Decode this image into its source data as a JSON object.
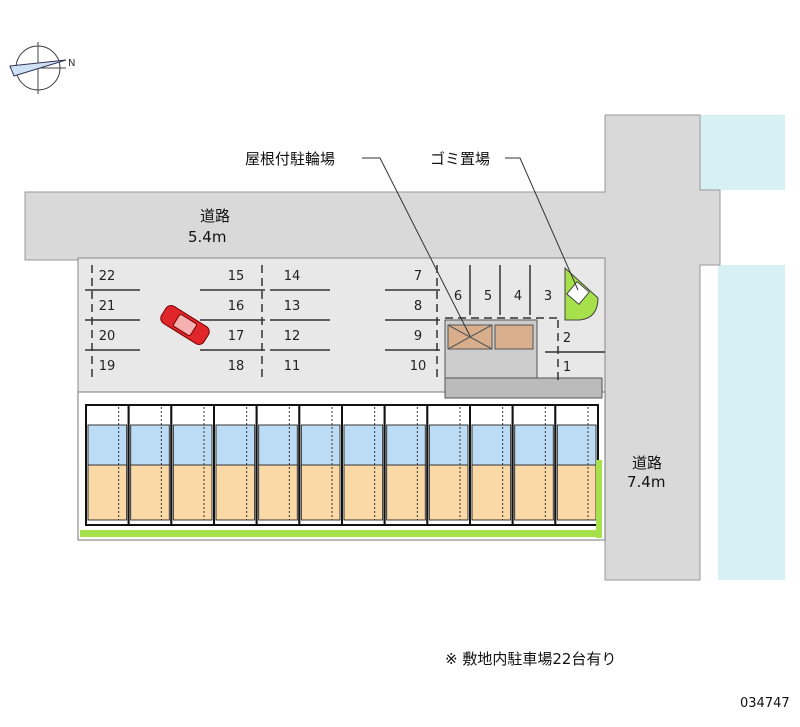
{
  "labels": {
    "bike_parking": "屋根付駐輪場",
    "garbage": "ゴミ置場",
    "road_top_name": "道路",
    "road_top_width": "5.4m",
    "road_right_name": "道路",
    "road_right_width": "7.4m",
    "note": "※ 敷地内駐車場22台有り",
    "code": "034747",
    "compass_letter": "N"
  },
  "parking_numbers": {
    "left": [
      "22",
      "21",
      "20",
      "19"
    ],
    "mid_left": [
      "15",
      "16",
      "17",
      "18"
    ],
    "mid_right": [
      "14",
      "13",
      "12",
      "11"
    ],
    "right": [
      "7",
      "8",
      "9",
      "10"
    ],
    "top": [
      "6",
      "5",
      "4",
      "3"
    ],
    "side": [
      "2",
      "1"
    ]
  },
  "unit_count": 12,
  "colors": {
    "road": "#d9d9d9",
    "parking": "#e8e8e8",
    "water": "#d6f0f4",
    "room_blue": "#bcdcf5",
    "room_orange": "#fbd9a6",
    "green": "#a6e04a",
    "car": "#e0262b",
    "bike_roof": "#d8ae8c"
  }
}
